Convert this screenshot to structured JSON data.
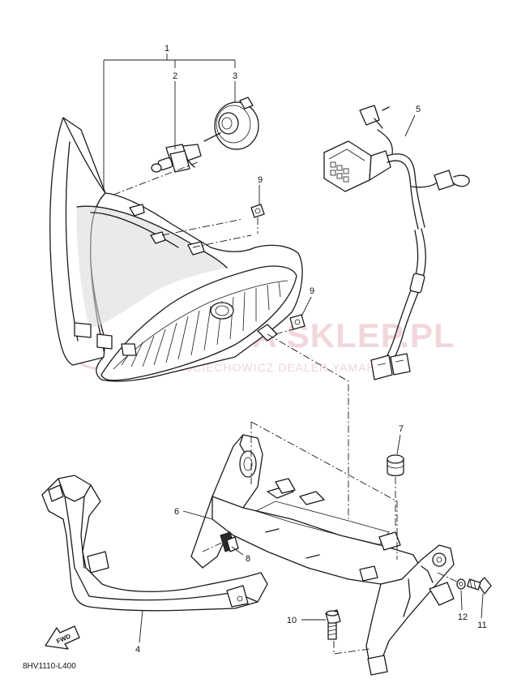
{
  "diagram": {
    "code": "8HV1110-L400",
    "fwd_label": "FWD",
    "watermark": {
      "main": "MAMA SKLEP.PL",
      "sub": "WOJCIECHOWICZ  DEALER YAMAHA"
    },
    "callouts": [
      {
        "id": "callout-1",
        "label": "1"
      },
      {
        "id": "callout-2",
        "label": "2"
      },
      {
        "id": "callout-3",
        "label": "3"
      },
      {
        "id": "callout-4",
        "label": "4"
      },
      {
        "id": "callout-5",
        "label": "5"
      },
      {
        "id": "callout-6",
        "label": "6"
      },
      {
        "id": "callout-7",
        "label": "7"
      },
      {
        "id": "callout-8",
        "label": "8"
      },
      {
        "id": "callout-9a",
        "label": "9"
      },
      {
        "id": "callout-9b",
        "label": "9"
      },
      {
        "id": "callout-10",
        "label": "10"
      },
      {
        "id": "callout-11",
        "label": "11"
      },
      {
        "id": "callout-12",
        "label": "12"
      }
    ]
  }
}
